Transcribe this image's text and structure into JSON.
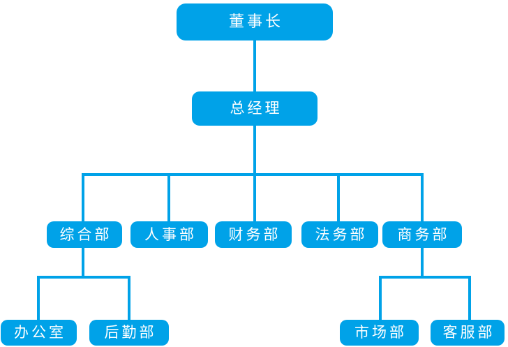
{
  "diagram": {
    "type": "org-chart",
    "levels": 4
  },
  "colors": {
    "node_fill": "#00A2E8",
    "node_text": "#FFFFFF",
    "connector": "#00A2E8",
    "background": "#FFFFFF"
  },
  "nodes": {
    "chairman": {
      "label": "董事长"
    },
    "general_manager": {
      "label": "总经理"
    },
    "general_affairs": {
      "label": "综合部"
    },
    "hr": {
      "label": "人事部"
    },
    "finance": {
      "label": "财务部"
    },
    "legal": {
      "label": "法务部"
    },
    "business": {
      "label": "商务部"
    },
    "office": {
      "label": "办公室"
    },
    "logistics": {
      "label": "后勤部"
    },
    "marketing": {
      "label": "市场部"
    },
    "customer_service": {
      "label": "客服部"
    }
  },
  "edges": [
    {
      "from": "chairman",
      "to": "general_manager"
    },
    {
      "from": "general_manager",
      "to": "general_affairs"
    },
    {
      "from": "general_manager",
      "to": "hr"
    },
    {
      "from": "general_manager",
      "to": "finance"
    },
    {
      "from": "general_manager",
      "to": "legal"
    },
    {
      "from": "general_manager",
      "to": "business"
    },
    {
      "from": "general_affairs",
      "to": "office"
    },
    {
      "from": "general_affairs",
      "to": "logistics"
    },
    {
      "from": "business",
      "to": "marketing"
    },
    {
      "from": "business",
      "to": "customer_service"
    }
  ]
}
